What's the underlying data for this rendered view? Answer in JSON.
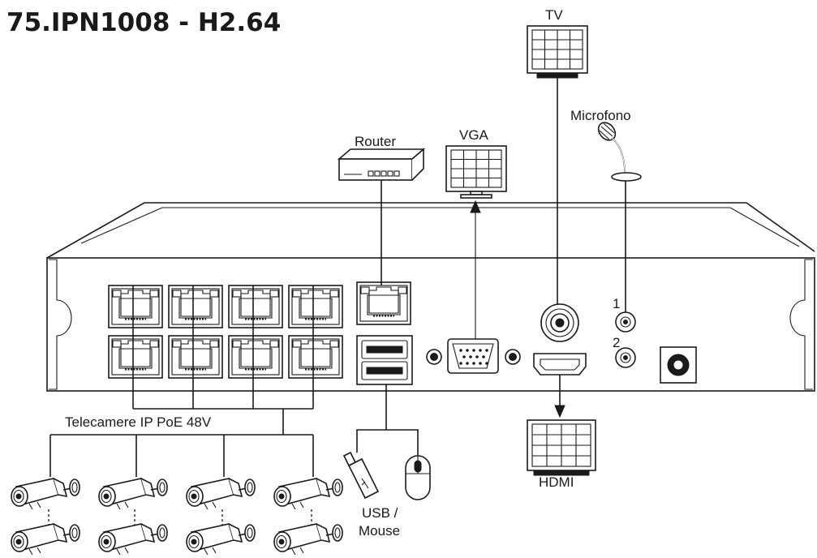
{
  "title": "75.IPN1008  -  H2.64",
  "labels": {
    "tv": "TV",
    "microphone": "Microfono",
    "router": "Router",
    "vga": "VGA",
    "cameras": "Telecamere IP PoE 48V",
    "usb_line1": "USB /",
    "usb_line2": "Mouse",
    "hdmi": "HDMI"
  },
  "audio_ports": [
    "1",
    "2"
  ],
  "colors": {
    "ink": "#1a1a1a",
    "background": "#ffffff"
  }
}
